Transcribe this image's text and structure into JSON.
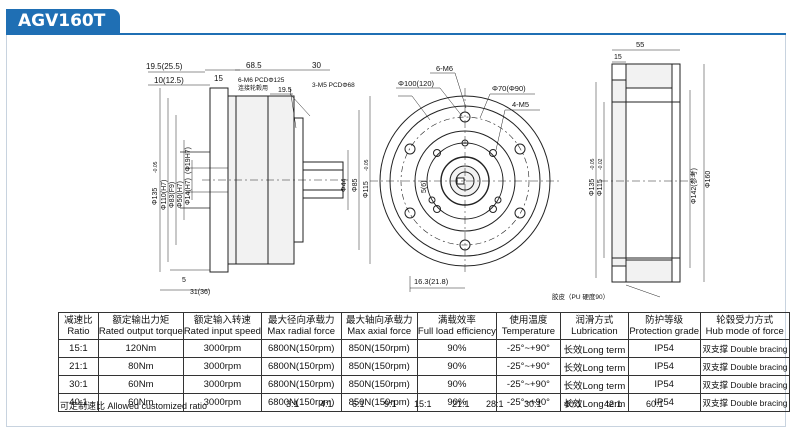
{
  "title": "AGV160T",
  "dims": {
    "d_19_5": "19.5(25.5)",
    "d_10": "10(12.5)",
    "d_15a": "15",
    "d_68_5": "68.5",
    "d_30": "30",
    "d_6m6": "6-M6 PCDΦ125",
    "d_conn": "连接轮毂用",
    "d_19_5b": "19.5",
    "d_3m5": "3-M5 PCDΦ68",
    "d_phi135": "Φ135",
    "d_phi110": "Φ110(H7)",
    "d_phi83": "Φ83(F9)",
    "d_phi50": "Φ50(H7)",
    "d_phi14": "Φ14(H7)",
    "d_phi19": "(Φ19H7)",
    "d_tol_135": "-0.05",
    "d_s5": "5",
    "d_31": "31(36)",
    "d_phi44": "Φ44",
    "d_phi85": "Φ85",
    "d_phi115": "Φ115",
    "d_tol_115": "-0.05",
    "f_6m6": "6-M6",
    "f_phi100": "Φ100(120)",
    "f_phi70": "Φ70(Φ90)",
    "f_4m5": "4-M5",
    "f_5": "5(6)",
    "f_16_3": "16.3(21.8)",
    "s_55": "55",
    "s_15": "15",
    "s_phi135": "Φ135",
    "s_phi115": "Φ115",
    "s_tol1": "-0.05",
    "s_tol2": "-0.02",
    "s_phi142": "Φ142(参考)",
    "s_phi160": "Φ160",
    "s_note": "胶皮（PU 硬度90）"
  },
  "table": {
    "headers": [
      [
        "减速比",
        "Ratio"
      ],
      [
        "额定输出力矩",
        "Rated output torque"
      ],
      [
        "额定输入转速",
        "Rated input speed"
      ],
      [
        "最大径向承载力",
        "Max radial force"
      ],
      [
        "最大轴向承载力",
        "Max axial force"
      ],
      [
        "满载效率",
        "Full load efficiency"
      ],
      [
        "使用温度",
        "Temperature"
      ],
      [
        "润滑方式",
        "Lubrication"
      ],
      [
        "防护等级",
        "Protection grade"
      ],
      [
        "轮毂受力方式",
        "Hub mode of force"
      ]
    ],
    "rows": [
      [
        "15:1",
        "120Nm",
        "3000rpm",
        "6800N(150rpm)",
        "850N(150rpm)",
        "90%",
        "-25°~+90°",
        "长效Long term",
        "IP54",
        "双支撑 Double bracing"
      ],
      [
        "21:1",
        "80Nm",
        "3000rpm",
        "6800N(150rpm)",
        "850N(150rpm)",
        "90%",
        "-25°~+90°",
        "长效Long term",
        "IP54",
        "双支撑 Double bracing"
      ],
      [
        "30:1",
        "60Nm",
        "3000rpm",
        "6800N(150rpm)",
        "850N(150rpm)",
        "90%",
        "-25°~+90°",
        "长效Long term",
        "IP54",
        "双支撑 Double bracing"
      ],
      [
        "40:1",
        "60Nm",
        "3000rpm",
        "6800N(150rpm)",
        "850N(150rpm)",
        "90%",
        "-25°~+90°",
        "长效Long term",
        "IP54",
        "双支撑 Double bracing"
      ]
    ],
    "custom_label": "可定制速比 Allowed customized ratio",
    "custom_ratios": [
      "3:1",
      "4:1",
      "6:1",
      "9:1",
      "15:1",
      "21:1",
      "28:1",
      "30:1",
      "40:1",
      "42:1",
      "60:1"
    ]
  },
  "colors": {
    "accent": "#1f6fb4",
    "line": "#222222"
  }
}
